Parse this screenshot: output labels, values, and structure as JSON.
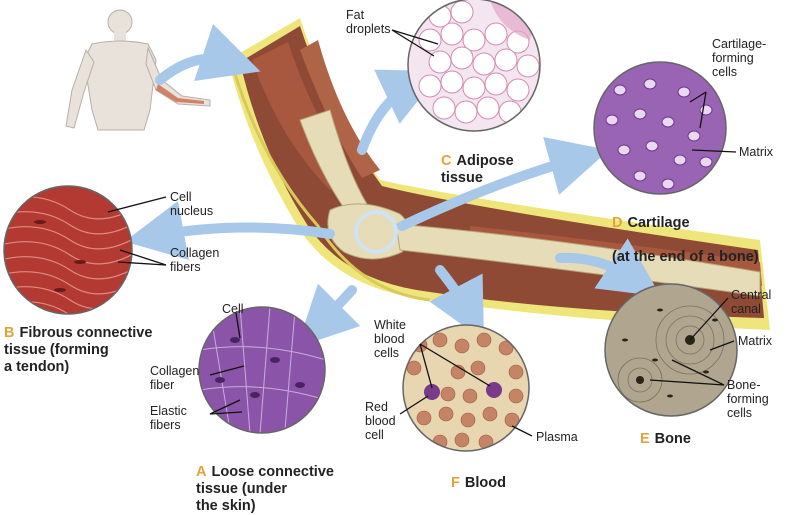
{
  "colors": {
    "arrow": "#a8c8ea",
    "letter": "#e0a43a",
    "fibrous": "#b33a32",
    "loose": "#8a55a8",
    "adipose": "#f4e6f0",
    "cartilage": "#9a64b4",
    "blood_plasma": "#e8d6b0",
    "red_cell": "#c58466",
    "bone": "#b0a690",
    "muscle": "#8e4a35",
    "fat": "#eee67a",
    "bone_section": "#e6ddb8"
  },
  "diagram": {
    "labels": {
      "fat_droplets": "Fat\ndroplets",
      "cartilage_forming_cells": "Cartilage-\nforming\ncells",
      "cartilage_matrix": "Matrix",
      "cell_nucleus": "Cell\nnucleus",
      "collagen_fibers_b": "Collagen\nfibers",
      "central_canal": "Central\ncanal",
      "bone_matrix": "Matrix",
      "bone_forming_cells": "Bone-\nforming\ncells",
      "cell_a": "Cell",
      "collagen_fiber_a": "Collagen\nfiber",
      "elastic_fibers": "Elastic\nfibers",
      "white_blood_cells": "White\nblood\ncells",
      "red_blood_cell": "Red\nblood\ncell",
      "plasma": "Plasma"
    },
    "tissues": {
      "a": {
        "letter": "A",
        "name": "Loose connective\ntissue (under\nthe skin)"
      },
      "b": {
        "letter": "B",
        "name": "Fibrous connective\ntissue (forming\na tendon)"
      },
      "c": {
        "letter": "C",
        "name": "Adipose\ntissue"
      },
      "d": {
        "letter": "D",
        "name": "Cartilage",
        "sub": "(at the end of a bone)"
      },
      "e": {
        "letter": "E",
        "name": "Bone"
      },
      "f": {
        "letter": "F",
        "name": "Blood"
      }
    }
  }
}
